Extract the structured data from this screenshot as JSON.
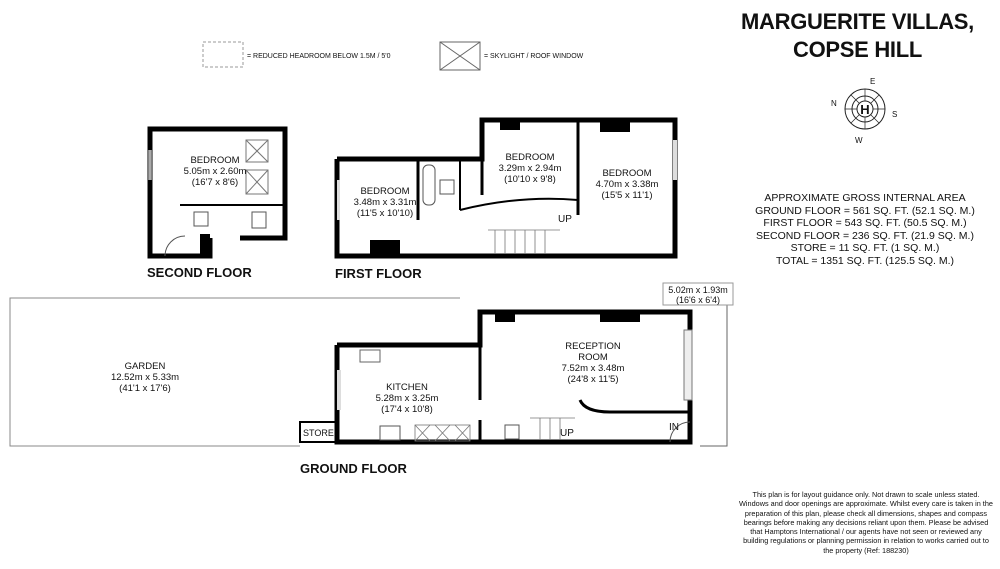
{
  "title": {
    "line1": "MARGUERITE VILLAS,",
    "line2": "COPSE HILL"
  },
  "legend": {
    "reduced_headroom": "= REDUCED HEADROOM BELOW 1.5M / 5'0",
    "skylight": "= SKYLIGHT / ROOF  WINDOW"
  },
  "compass": {
    "n": "N",
    "e": "E",
    "s": "S",
    "w": "W",
    "center": "H"
  },
  "area": {
    "heading": "APPROXIMATE GROSS INTERNAL AREA",
    "lines": [
      "GROUND FLOOR = 561 SQ. FT. (52.1 SQ. M.)",
      "FIRST FLOOR  = 543 SQ. FT. (50.5 SQ. M.)",
      "SECOND FLOOR  = 236 SQ. FT. (21.9 SQ. M.)",
      "STORE  = 11 SQ. FT. (1 SQ. M.)",
      "TOTAL =  1351 SQ. FT. (125.5 SQ. M.)"
    ]
  },
  "floors": {
    "second": {
      "label": "SECOND FLOOR",
      "rooms": [
        {
          "name": "BEDROOM",
          "metric": "5.05m x 2.60m",
          "imperial": "(16'7 x 8'6)"
        }
      ]
    },
    "first": {
      "label": "FIRST FLOOR",
      "up": "UP",
      "rooms": [
        {
          "name": "BEDROOM",
          "metric": "3.48m x 3.31m",
          "imperial": "(11'5 x 10'10)"
        },
        {
          "name": "BEDROOM",
          "metric": "3.29m x 2.94m",
          "imperial": "(10'10 x 9'8)"
        },
        {
          "name": "BEDROOM",
          "metric": "4.70m x 3.38m",
          "imperial": "(15'5 x 11'1)"
        }
      ]
    },
    "ground": {
      "label": "GROUND FLOOR",
      "up": "UP",
      "in": "IN",
      "store": "STORE",
      "rooms": [
        {
          "name": "GARDEN",
          "metric": "12.52m x 5.33m",
          "imperial": "(41'1 x 17'6)"
        },
        {
          "name": "KITCHEN",
          "metric": "5.28m x 3.25m",
          "imperial": "(17'4 x 10'8)"
        },
        {
          "name": "RECEPTION",
          "name2": "ROOM",
          "metric": "7.52m x 3.48m",
          "imperial": "(24'8 x 11'5)"
        }
      ],
      "front_area": {
        "metric": "5.02m x 1.93m",
        "imperial": "(16'6 x 6'4)"
      }
    }
  },
  "disclaimer": "This plan is for layout guidance only. Not drawn to scale unless stated. Windows and door openings are approximate. Whilst every care is taken in the preparation of this plan, please check all dimensions, shapes and compass bearings before making any decisions reliant upon them. Please be advised that Hamptons International / our agents have not seen or reviewed any building regulations or planning permission in relation to works carried out to the property (Ref: 188230)"
}
